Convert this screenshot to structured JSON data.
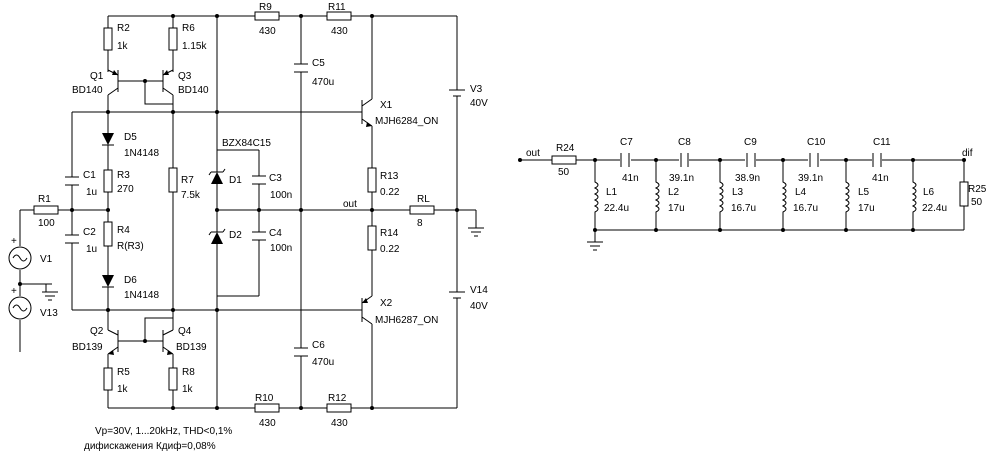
{
  "labels": {
    "R2": "R2",
    "R2v": "1k",
    "R6": "R6",
    "R6v": "1.15k",
    "R9": "R9",
    "R9v": "430",
    "R11": "R11",
    "R11v": "430",
    "Q1": "Q1",
    "Q1v": "BD140",
    "Q3": "Q3",
    "Q3v": "BD140",
    "C5": "C5",
    "C5v": "470u",
    "V3": "V3",
    "V3v": "40V",
    "X1": "X1",
    "X1v": "MJH6284_ON",
    "D5": "D5",
    "D5v": "1N4148",
    "BZX": "BZX84C15",
    "C1": "C1",
    "C1v": "1u",
    "R3": "R3",
    "R3v": "270",
    "R7": "R7",
    "R7v": "7.5k",
    "D1": "D1",
    "C3": "C3",
    "C3v": "100n",
    "R13": "R13",
    "R13v": "0.22",
    "R1": "R1",
    "R1v": "100",
    "out": "out",
    "RL": "RL",
    "RLv": "8",
    "R4": "R4",
    "R4v": "R(R3)",
    "C2": "C2",
    "C2v": "1u",
    "D2": "D2",
    "C4": "C4",
    "C4v": "100n",
    "R14": "R14",
    "R14v": "0.22",
    "V1": "V1",
    "D6": "D6",
    "D6v": "1N4148",
    "V13": "V13",
    "X2": "X2",
    "X2v": "MJH6287_ON",
    "V14": "V14",
    "V14v": "40V",
    "Q2": "Q2",
    "Q2v": "BD139",
    "Q4": "Q4",
    "Q4v": "BD139",
    "C6": "C6",
    "C6v": "470u",
    "R5": "R5",
    "R5v": "1k",
    "R8": "R8",
    "R8v": "1k",
    "R10": "R10",
    "R10v": "430",
    "R12": "R12",
    "R12v": "430",
    "note1": "Vp=30V, 1...20kHz, THD<0,1%",
    "note2": "дифискажения Кдиф=0,08%",
    "fout": "out",
    "R24": "R24",
    "R24v": "50",
    "C7": "C7",
    "C7v": "41n",
    "C8": "C8",
    "C8v": "39.1n",
    "C9": "C9",
    "C9v": "38.9n",
    "C10": "C10",
    "C10v": "39.1n",
    "C11": "C11",
    "C11v": "41n",
    "dif": "dif",
    "L1": "L1",
    "L1v": "22.4u",
    "L2": "L2",
    "L2v": "17u",
    "L3": "L3",
    "L3v": "16.7u",
    "L4": "L4",
    "L4v": "16.7u",
    "L5": "L5",
    "L5v": "17u",
    "L6": "L6",
    "L6v": "22.4u",
    "R25": "R25",
    "R25v": "50"
  }
}
